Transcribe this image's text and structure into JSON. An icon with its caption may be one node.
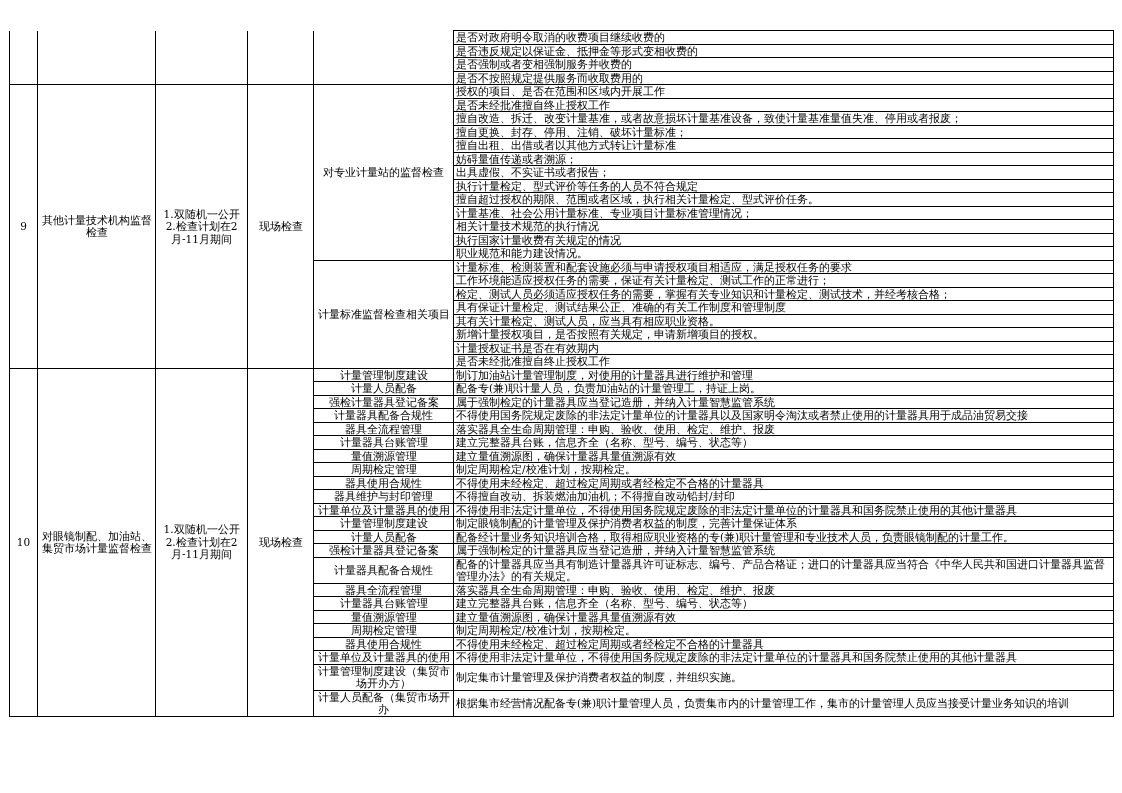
{
  "diagram": {
    "labels": [
      "是否对政府明令取消的收费项目继续收费的",
      "是否违反规定以保证金、抵押金等形式变相收费的",
      "是否强制或者变相强制服务并收费的",
      "是否不按照规定提供服务而收取费用的",
      "9",
      "其他计量技术机构监督检查",
      "1.双随机一公开",
      "2.检查计划在2月-11月期间",
      "现场检查",
      "对专业计量站的监督检查",
      "授权的项目、是否在范围和区域内开展工作",
      "是否未经批准擅自终止授权工作",
      "擅自改造、拆迁、改变计量基准，或者故意损坏计量基准设备，致使计量基准量值失准、停用或者报废；",
      "擅自更换、封存、停用、注销、破坏计量标准；",
      "擅自出租、出借或者以其他方式转让计量标准",
      "妨碍量值传递或者溯源；",
      "出具虚假、不实证书或者报告；",
      "执行计量检定、型式评价等任务的人员不符合规定",
      "擅自超过授权的期限、范围或者区域，执行相关计量检定、型式评价任务。",
      "计量基准、社会公用计量标准、专业项目计量标准管理情况；",
      "相关计量技术规范的执行情况",
      "执行国家计量收费有关规定的情况",
      "职业规范和能力建设情况。",
      "计量标准监督检查相关项目",
      "计量标准、检测装置和配套设施必须与申请授权项目相适应，满足授权任务的要求",
      "工作环境能适应授权任务的需要，保证有关计量检定、测试工作的正常进行；",
      "检定、测试人员必须适应授权任务的需要，掌握有关专业知识和计量检定、测试技术，并经考核合格；",
      "具有保证计量检定、测试结果公正、准确的有关工作制度和管理制度",
      "其有关计量检定、测试人员，应当具有相应职业资格。",
      "新增计量授权项目，是否按照有关规定，申请新增项目的授权。",
      "计量授权证书是否在有效期内",
      "是否未经批准擅自终止授权工作",
      "10",
      "对眼镜制配、加油站、集贸市场计量监督检查",
      "1.双随机一公开",
      "2.检查计划在2月-11月期间",
      "现场检查",
      "计量管理制度建设",
      "制订加油站计量管理制度，对使用的计量器具进行维护和管理",
      "计量人员配备",
      "配备专(兼)职计量人员，负责加油站的计量管理工，持证上岗。",
      "强检计量器具登记备案",
      "属于强制检定的计量器具应当登记造册，并纳入计量智慧监管系统",
      "计量器具配备合规性",
      "不得使用国务院规定废除的非法定计量单位的计量器具以及国家明令淘汰或者禁止使用的计量器具用于成品油贸易交接",
      "器具全流程管理",
      "落实器具全生命周期管理：申购、验收、使用、检定、维护、报废",
      "计量器具台账管理",
      "建立完整器具台账，信息齐全（名称、型号、编号、状态等）",
      "量值溯源管理",
      "建立量值溯源图，确保计量器具量值溯源有效",
      "周期检定管理",
      "制定周期检定/校准计划，按期检定。",
      "器具使用合规性",
      "不得使用未经检定、超过检定周期或者经检定不合格的计量器具",
      "器具维护与封印管理",
      "不得擅自改动、拆装燃油加油机；不得擅自改动铅封/封印",
      "计量单位及计量器具的使用",
      "不得使用非法定计量单位，不得使用国务院规定废除的非法定计量单位的计量器具和国务院禁止使用的其他计量器具",
      "计量管理制度建设",
      "制定眼镜制配的计量管理及保护消费者权益的制度，完善计量保证体系",
      "计量人员配备",
      "配备经计量业务知识培训合格，取得相应职业资格的专(兼)职计量管理和专业技术人员，负责眼镜制配的计量工作。",
      "强检计量器具登记备案",
      "属于强制检定的计量器具应当登记造册，并纳入计量智慧监管系统",
      "计量器具配备合规性",
      "配备的计量器具应当具有制造计量器具许可证标志、编号、产品合格证；进口的计量器具应当符合《中华人民共和国进口计量器具监督管理办法》的有关规定。",
      "器具全流程管理",
      "落实器具全生命周期管理：申购、验收、使用、检定、维护、报废",
      "计量器具台账管理",
      "建立完整器具台账，信息齐全（名称、型号、编号、状态等）",
      "量值溯源管理",
      "建立量值溯源图，确保计量器具量值溯源有效",
      "周期检定管理",
      "制定周期检定/校准计划，按期检定。",
      "器具使用合规性",
      "不得使用未经检定、超过检定周期或者经检定不合格的计量器具",
      "计量单位及计量器具的使用",
      "不得使用非法定计量单位，不得使用国务院规定废除的非法定计量单位的计量器具和国务院禁止使用的其他计量器具",
      "计量管理制度建设（集贸市场开办方）",
      "制定集市计量管理及保护消费者权益的制度，并组织实施。",
      "计量人员配备（集贸市场开办",
      "根据集市经营情况配备专(兼)职计量管理人员，负责集市内的计量管理工作，集市的计量管理人员应当接受计量业务知识的培训"
    ]
  }
}
